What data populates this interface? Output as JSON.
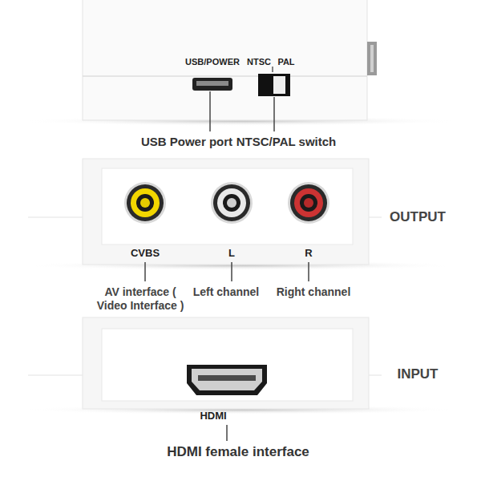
{
  "diagram": {
    "labels": [
      "USB/POWER",
      "NTSC",
      "PAL",
      "USB Power port",
      "NTSC/PAL switch",
      "CVBS",
      "L",
      "R",
      "OUTPUT",
      "AV interface ( Video Interface )",
      "Left channel",
      "Right channel",
      "HDMI",
      "INPUT",
      "HDMI female interface"
    ]
  }
}
